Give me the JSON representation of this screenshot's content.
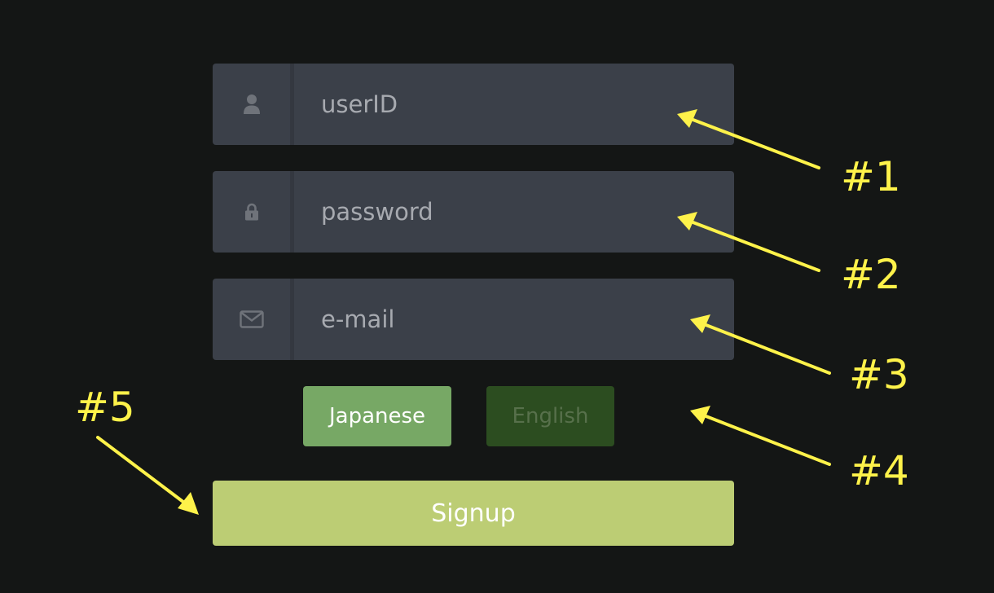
{
  "form": {
    "userid": {
      "placeholder": "userID",
      "icon": "user-icon"
    },
    "password": {
      "placeholder": "password",
      "icon": "lock-icon"
    },
    "email": {
      "placeholder": "e-mail",
      "icon": "envelope-icon"
    },
    "language": {
      "options": [
        "Japanese",
        "English"
      ],
      "selected": "Japanese"
    },
    "signup_label": "Signup"
  },
  "annotations": {
    "labels": [
      "#1",
      "#2",
      "#3",
      "#4",
      "#5"
    ],
    "color": "#fef24a"
  },
  "colors": {
    "background": "#141615",
    "field_bg": "#3b4049",
    "japanese_active": "#77a865",
    "english_inactive": "#2c4d20",
    "signup": "#bccd74"
  }
}
